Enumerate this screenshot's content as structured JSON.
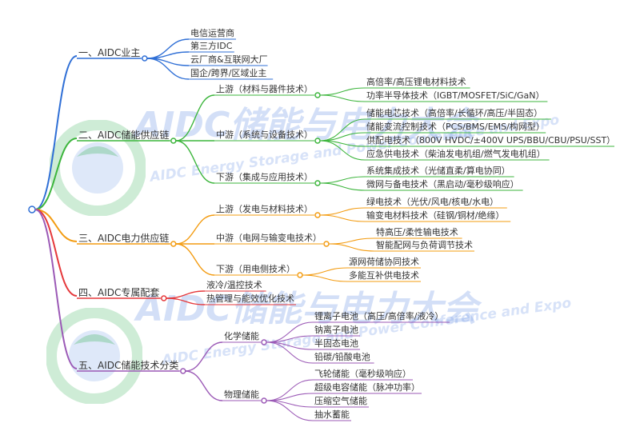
{
  "watermark": {
    "title": "AIDC储能与电力大会",
    "subtitle": "AIDC Energy Storage and Power Conference and Expo"
  },
  "colors": {
    "c1": "#2f6fd6",
    "c2": "#3cb53c",
    "c3": "#f39c12",
    "c4": "#e5383b",
    "c5": "#9b59b6",
    "root": "#2f6fd6"
  },
  "mindmap": {
    "branches": [
      {
        "label": "一、AIDC业主",
        "children": [
          {
            "label": "电信运营商"
          },
          {
            "label": "第三方IDC"
          },
          {
            "label": "云厂商&互联网大厂"
          },
          {
            "label": "国企/跨界/区域业主"
          }
        ]
      },
      {
        "label": "二、AIDC储能供应链",
        "children": [
          {
            "label": "上游（材料与器件技术）",
            "children": [
              {
                "label": "高倍率/高压锂电材料技术"
              },
              {
                "label": "功率半导体技术（IGBT/MOSFET/SiC/GaN）"
              }
            ]
          },
          {
            "label": "中游（系统与设备技术）",
            "children": [
              {
                "label": "储能电芯技术（高倍率/长循环/高压/半固态）"
              },
              {
                "label": "储能变流控制技术（PCS/BMS/EMS/构网型）"
              },
              {
                "label": "供配电技术（800V HVDC/±400V UPS/BBU/CBU/PSU/SST）"
              },
              {
                "label": "应急供电技术（柴油发电机组/燃气发电机组）"
              }
            ]
          },
          {
            "label": "下游（集成与应用技术）",
            "children": [
              {
                "label": "系统集成技术（光储直柔/算电协同）"
              },
              {
                "label": "微网与备电技术（黑启动/毫秒级响应）"
              }
            ]
          }
        ]
      },
      {
        "label": "三、AIDC电力供应链",
        "children": [
          {
            "label": "上游（发电与材料技术）",
            "children": [
              {
                "label": "绿电技术（光伏/风电/核电/水电）"
              },
              {
                "label": "输变电材料技术（硅钢/铜材/绝缘）"
              }
            ]
          },
          {
            "label": "中游（电网与输变电技术）",
            "children": [
              {
                "label": "特高压/柔性输电技术"
              },
              {
                "label": "智能配网与负荷调节技术"
              }
            ]
          },
          {
            "label": "下游（用电侧技术）",
            "children": [
              {
                "label": "源网荷储协同技术"
              },
              {
                "label": "多能互补供电技术"
              }
            ]
          }
        ]
      },
      {
        "label": "四、AIDC专属配套",
        "children": [
          {
            "label": "液冷/温控技术"
          },
          {
            "label": "热管理与能效优化技术"
          }
        ]
      },
      {
        "label": "五、AIDC储能技术分类",
        "children": [
          {
            "label": "化学储能",
            "children": [
              {
                "label": "锂离子电池（高压/高倍率/液冷）"
              },
              {
                "label": "钠离子电池"
              },
              {
                "label": "半固态电池"
              },
              {
                "label": "铅碳/铅酸电池"
              }
            ]
          },
          {
            "label": "物理储能",
            "children": [
              {
                "label": "飞轮储能（毫秒级响应）"
              },
              {
                "label": "超级电容储能（脉冲功率）"
              },
              {
                "label": "压缩空气储能"
              },
              {
                "label": "抽水蓄能"
              }
            ]
          }
        ]
      }
    ]
  }
}
